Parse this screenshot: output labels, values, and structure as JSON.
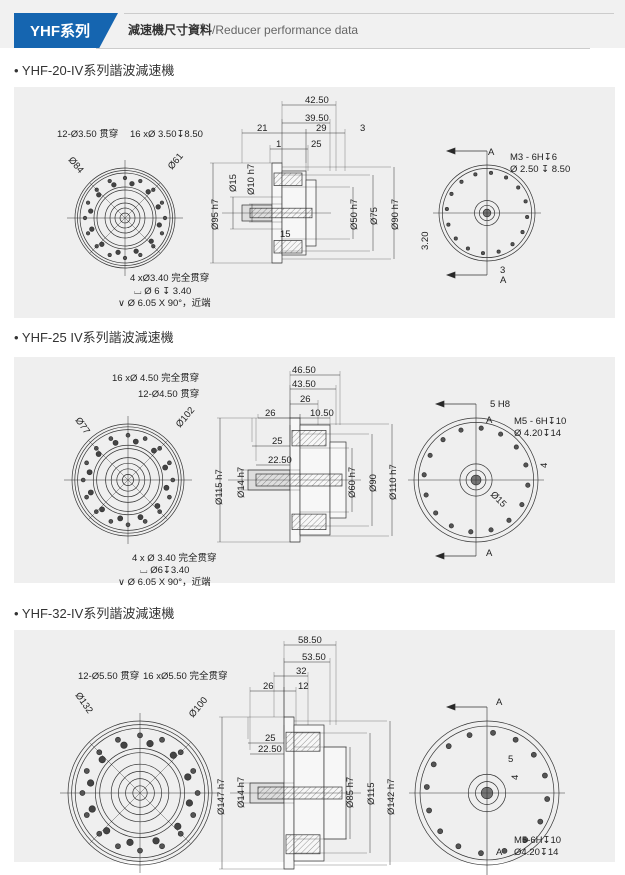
{
  "header": {
    "tab": "YHF系列",
    "title_cn": "減速機尺寸資料",
    "title_en": "/Reducer performance data",
    "accent": "#1565b0"
  },
  "sections": [
    {
      "title": "• YHF-20-IV系列諧波減速機",
      "front": [
        "12-Ø3.50 贯穿",
        "16 xØ 3.50↧8.50",
        "Ø84",
        "Ø61",
        "4 xØ3.40 完全贯穿",
        "⌴ Ø 6 ↧ 3.40",
        "∨ Ø 6.05 X 90°，近端"
      ],
      "side": [
        "42.50",
        "39.50",
        "21",
        "29",
        "3",
        "1",
        "25",
        "Ø95 h7",
        "Ø15",
        "Ø10 h7",
        "15",
        "Ø50 h7",
        "Ø75",
        "Ø90 h7"
      ],
      "rear": [
        "A",
        "M3 - 6H↧6",
        "Ø 2.50 ↧ 8.50",
        "3.20",
        "3",
        "A"
      ]
    },
    {
      "title": "• YHF-25 IV系列諧波減速機",
      "front": [
        "16 xØ 4.50 完全贯穿",
        "12-Ø4.50 贯穿",
        "Ø77",
        "Ø102",
        "4 x Ø 3.40 完全贯穿",
        "⌴ Ø6↧3.40",
        "∨ Ø 6.05 X 90°，近端"
      ],
      "side": [
        "46.50",
        "43.50",
        "26",
        "26",
        "10.50",
        "25",
        "22.50",
        "Ø115 h7",
        "Ø14 h7",
        "Ø60 h7",
        "Ø90",
        "Ø110 h7"
      ],
      "rear": [
        "5 H8",
        "A",
        "M5 - 6H↧10",
        "Ø 4.20↧14",
        "4",
        "Ø15",
        "A"
      ]
    },
    {
      "title": "• YHF-32-IV系列諧波減速機",
      "front": [
        "12-Ø5.50 贯穿",
        "16 xØ5.50 完全贯穿",
        "Ø132",
        "Ø100"
      ],
      "side": [
        "58.50",
        "53.50",
        "32",
        "26",
        "12",
        "25",
        "22.50",
        "Ø147 h7",
        "Ø14 h7",
        "Ø85 h7",
        "Ø115",
        "Ø142 h7"
      ],
      "rear": [
        "A",
        "5",
        "4",
        "M5-6H↧10",
        "Ø4.20↧14",
        "A"
      ]
    }
  ]
}
